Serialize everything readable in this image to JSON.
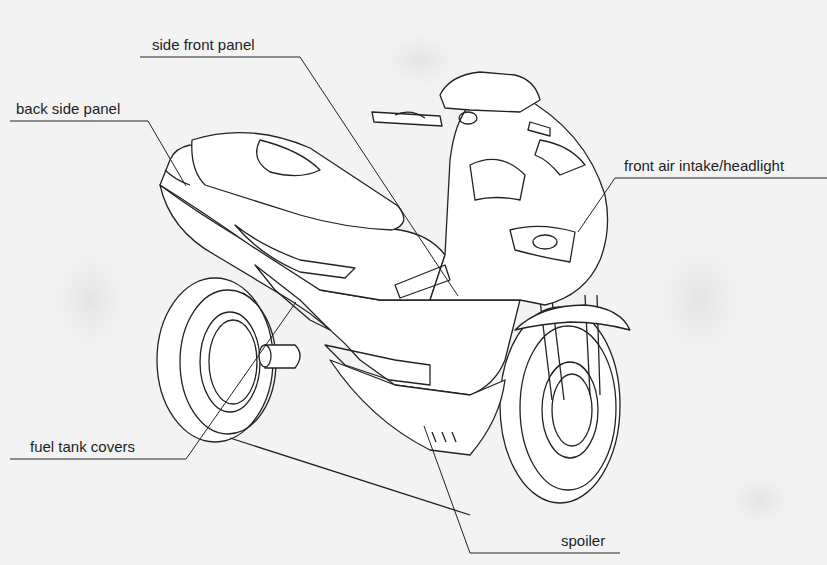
{
  "diagram": {
    "labels": [
      "side front panel",
      "back side panel",
      "front air intake/headlight",
      "fuel tank covers",
      "spoiler"
    ]
  }
}
